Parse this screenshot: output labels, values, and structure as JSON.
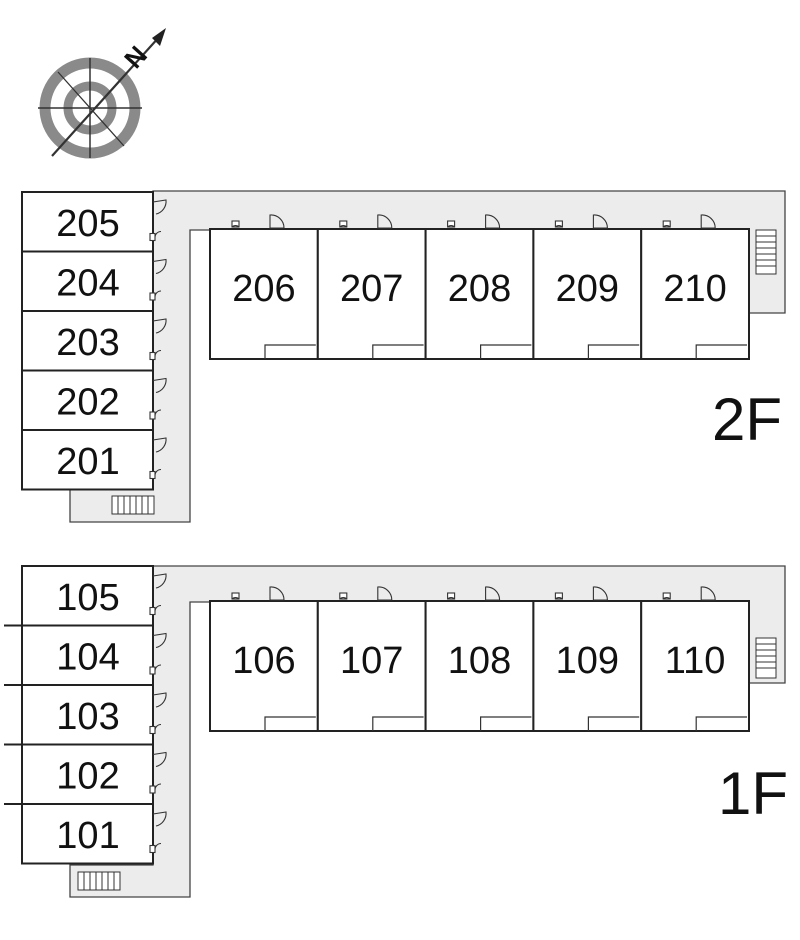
{
  "compass": {
    "direction_label": "N",
    "icon": "compass-icon"
  },
  "floors": {
    "second": {
      "label": "2F",
      "left_units": [
        "205",
        "204",
        "203",
        "202",
        "201"
      ],
      "right_units": [
        "206",
        "207",
        "208",
        "209",
        "210"
      ]
    },
    "first": {
      "label": "1F",
      "left_units": [
        "105",
        "104",
        "103",
        "102",
        "101"
      ],
      "right_units": [
        "106",
        "107",
        "108",
        "109",
        "110"
      ]
    }
  },
  "colors": {
    "corridor": "#ececec",
    "walls": "#222222",
    "compass_ring": "#8a8a8a"
  }
}
